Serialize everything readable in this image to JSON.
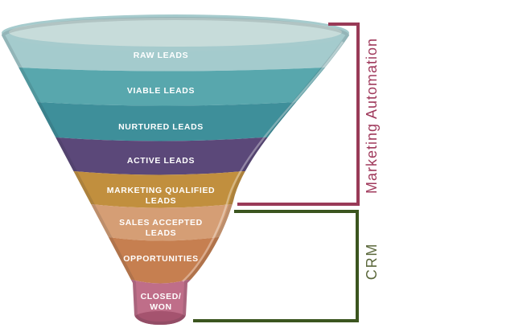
{
  "diagram": {
    "type": "funnel",
    "label_text_color": "#ffffff",
    "funnel_top_surface_color": "#c7dcda",
    "funnel_rim_color": "#a6cbcd",
    "spout_bottom_color": "#a5536f",
    "stages": [
      {
        "id": "raw-leads",
        "label_lines": [
          "RAW LEADS"
        ],
        "color": "#a4cbcd"
      },
      {
        "id": "viable-leads",
        "label_lines": [
          "VIABLE LEADS"
        ],
        "color": "#58a7ad"
      },
      {
        "id": "nurtured-leads",
        "label_lines": [
          "NURTURED LEADS"
        ],
        "color": "#3e8f9a"
      },
      {
        "id": "active-leads",
        "label_lines": [
          "ACTIVE LEADS"
        ],
        "color": "#5b4879"
      },
      {
        "id": "marketing-qualified-leads",
        "label_lines": [
          "MARKETING QUALIFIED",
          "LEADS"
        ],
        "color": "#c18f3e"
      },
      {
        "id": "sales-accepted-leads",
        "label_lines": [
          "SALES ACCEPTED",
          "LEADS"
        ],
        "color": "#d59e75"
      },
      {
        "id": "opportunities",
        "label_lines": [
          "OPPORTUNITIES"
        ],
        "color": "#c67f50"
      },
      {
        "id": "closed-won",
        "label_lines": [
          "CLOSED/",
          "WON"
        ],
        "color": "#bf6e89"
      }
    ],
    "annotations": {
      "marketing_automation": {
        "label": "Marketing Automation",
        "text_color": "#a03a5c",
        "bracket_color": "#993a57"
      },
      "crm": {
        "label": "CRM",
        "text_color": "#5a673a",
        "bracket_color": "#3b551f"
      }
    }
  }
}
